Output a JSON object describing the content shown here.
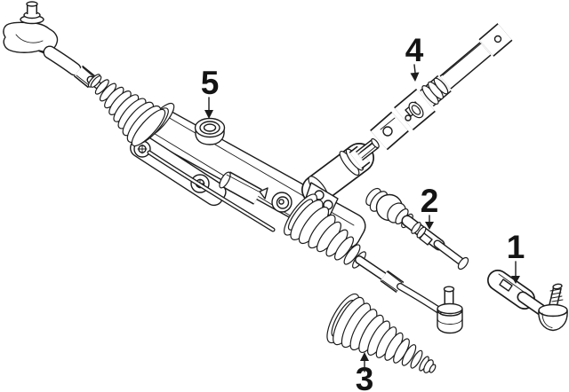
{
  "diagram": {
    "title_hidden": "",
    "background": "#ffffff",
    "ink": "#1c1c1c",
    "callouts": [
      {
        "number": "1",
        "target": "outer-tie-rod-end"
      },
      {
        "number": "2",
        "target": "inner-tie-rod"
      },
      {
        "number": "3",
        "target": "steering-gear-boot"
      },
      {
        "number": "4",
        "target": "steering-shaft-coupling"
      },
      {
        "number": "5",
        "target": "steering-gear-assembly"
      }
    ]
  }
}
